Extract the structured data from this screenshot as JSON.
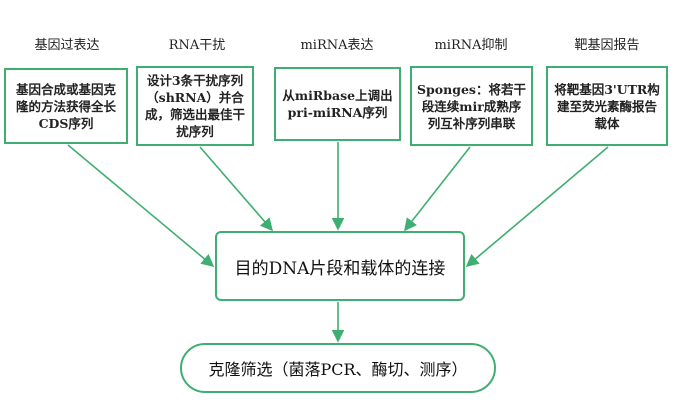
{
  "columns": [
    {
      "header": "基因过表达",
      "body": "基因合成或基因克隆的方法获得全长CDS序列"
    },
    {
      "header": "RNA干扰",
      "body": "设计3条干扰序列（shRNA）并合成，筛选出最佳干扰序列"
    },
    {
      "header": "miRNA表达",
      "body": "从miRbase上调出pri-miRNA序列"
    },
    {
      "header": "miRNA抑制",
      "body": "Sponges：将若干段连续mir成熟序列互补序列串联"
    },
    {
      "header": "靶基因报告",
      "body": "将靶基因3'UTR构建至荧光素酶报告载体"
    }
  ],
  "middle": "目的DNA片段和载体的连接",
  "bottom": "克隆筛选（菌落PCR、酶切、测序）",
  "colors": {
    "accent": "#3fae72"
  }
}
